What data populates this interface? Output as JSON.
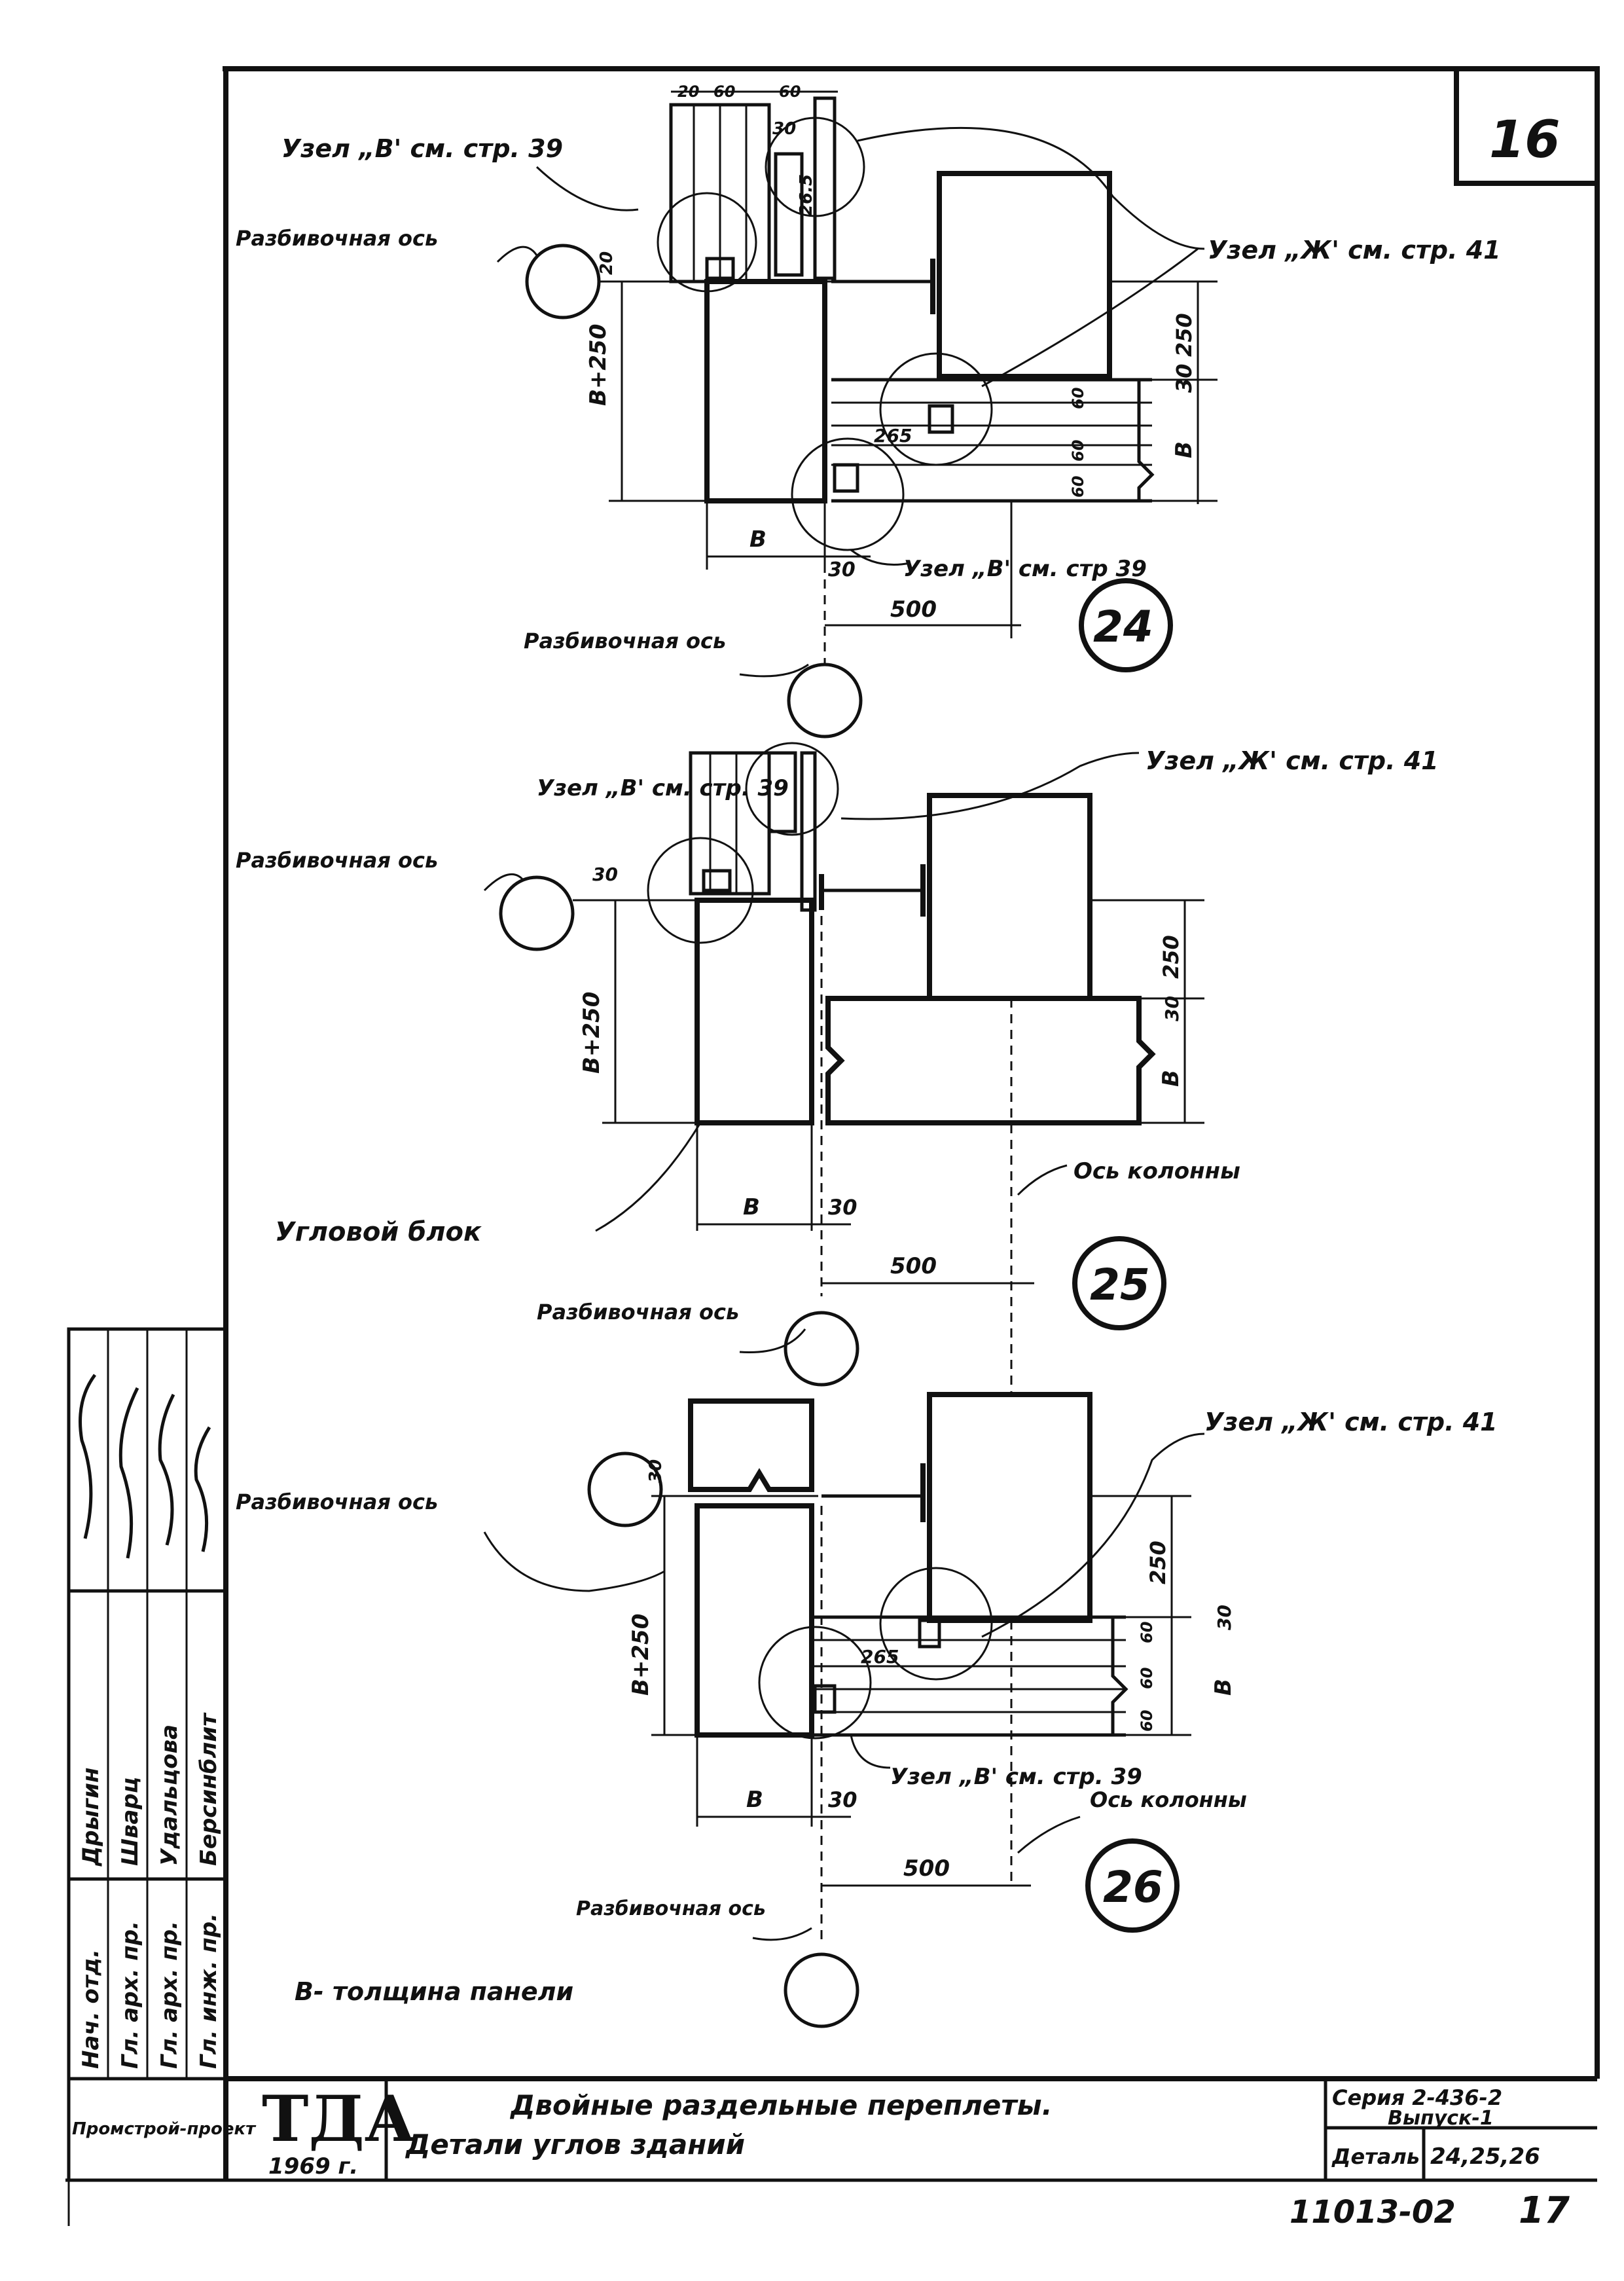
{
  "sheet": {
    "page_number": "16",
    "legend_b": "B- толщина панели",
    "bottom_number": "11013-02",
    "bottom_page": "17"
  },
  "detail_24": {
    "number": "24",
    "node_b_top": "Узел „В' см. стр. 39",
    "axis_label": "Разбивочная ось",
    "node_zh": "Узел „Ж' см. стр. 41",
    "node_b_bottom": "Узел „В' см. стр 39",
    "axis_label_bottom": "Разбивочная ось",
    "dims": {
      "top_a": "20",
      "top_b": "60",
      "top_c": "60",
      "top_d": "30",
      "top_e": "26.5",
      "top_f": "20",
      "left_height": "B+250",
      "right_250": "250",
      "right_30": "30",
      "right_b": "B",
      "d_265": "265",
      "d_60a": "60",
      "d_60b": "60",
      "d_60c": "60",
      "bottom_b": "B",
      "bottom_30": "30",
      "bottom_500": "500"
    }
  },
  "detail_25": {
    "number": "25",
    "node_b": "Узел „В' см. стр. 39",
    "node_zh": "Узел „Ж' см. стр. 41",
    "axis_label": "Разбивочная ось",
    "corner_block": "Угловой блок",
    "column_axis": "Ось колонны",
    "axis_label_bottom": "Разбивочная ось",
    "dims": {
      "left_30": "30",
      "left_height": "B+250",
      "right_250": "250",
      "right_30": "30",
      "right_b": "B",
      "bottom_b": "B",
      "bottom_30": "30",
      "bottom_500": "500"
    }
  },
  "detail_26": {
    "number": "26",
    "axis_label": "Разбивочная ось",
    "node_zh": "Узел „Ж' см. стр. 41",
    "node_b": "Узел „В' см. стр. 39",
    "column_axis": "Ось колонны",
    "axis_label_bottom": "Разбивочная ось",
    "dims": {
      "left_30": "30",
      "left_height": "B+250",
      "right_250": "250",
      "right_30": "30",
      "right_b": "B",
      "d_265": "265",
      "d_60a": "60",
      "d_60b": "60",
      "d_60c": "60",
      "bottom_b": "B",
      "bottom_30": "30",
      "bottom_500": "500"
    }
  },
  "side_block": {
    "roles": [
      "Нач. отд.",
      "Гл. арх. пр.",
      "Гл. арх. пр.",
      "Гл. инж. пр."
    ],
    "names": [
      "Дрыгин",
      "Шварц",
      "Удальцова",
      "Берсинблит"
    ],
    "organization": "Промстрой-проект"
  },
  "title_block": {
    "logo": "ТДА",
    "year": "1969 г.",
    "title_line1": "Двойные раздельные переплеты.",
    "title_line2": "Детали углов зданий",
    "series_line1": "Серия 2-436-2",
    "series_line2": "Выпуск-1",
    "detail_label": "Деталь",
    "detail_numbers": "24,25,26"
  }
}
